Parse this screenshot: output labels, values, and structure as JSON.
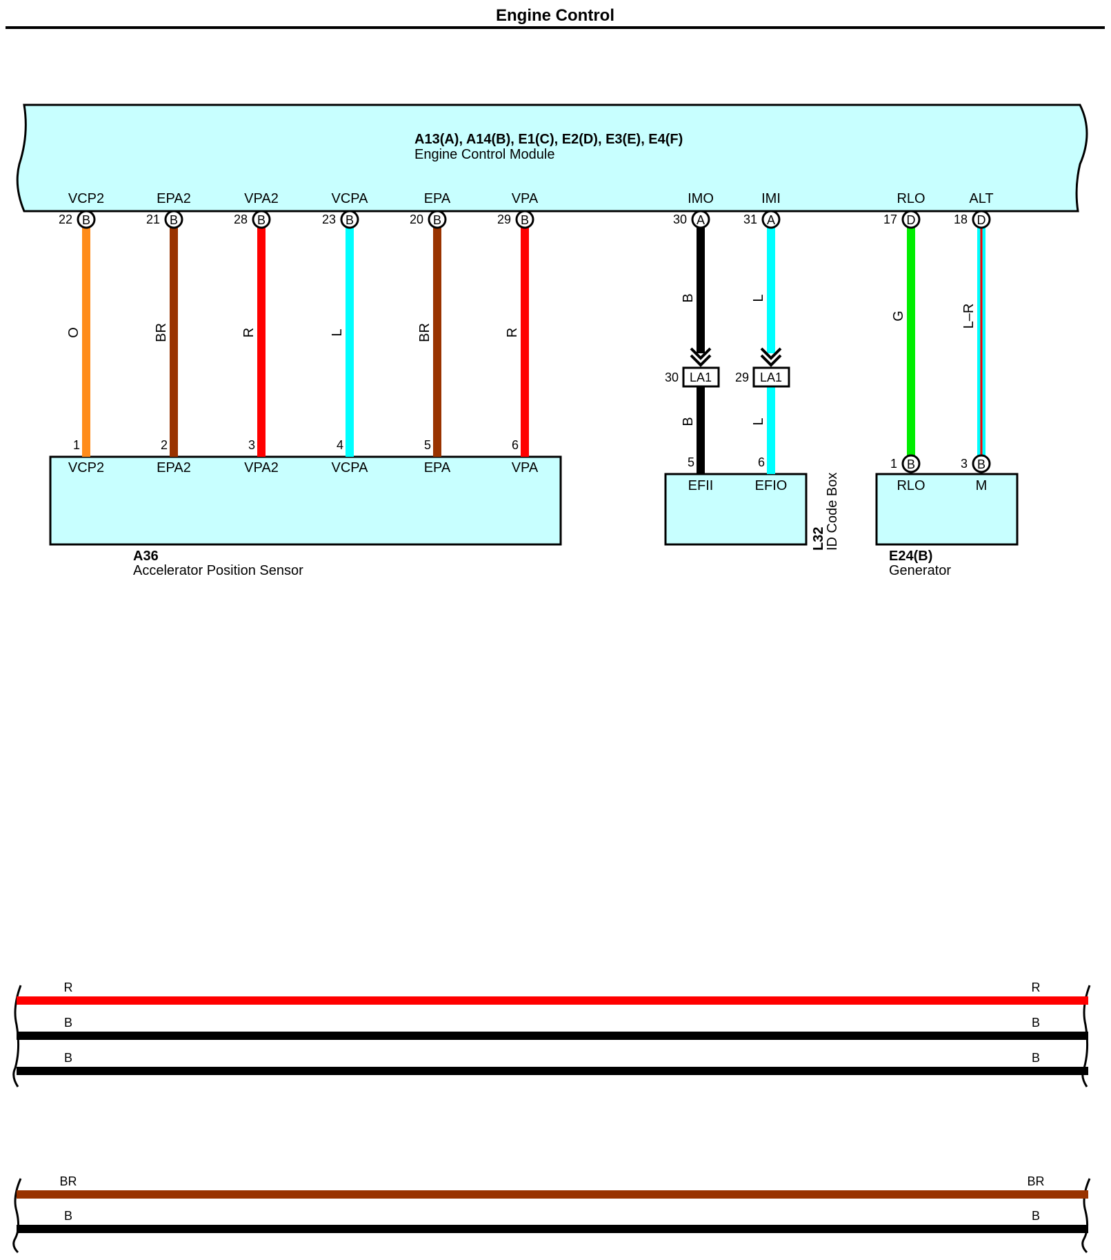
{
  "title": "Engine Control",
  "colors": {
    "module_fill": "#c8ffff",
    "orange": "#ff8c1a",
    "brown": "#993300",
    "red": "#ff0000",
    "cyan": "#00ffff",
    "black": "#000000",
    "green": "#00ee00"
  },
  "ecm": {
    "code": "A13(A), A14(B), E1(C), E2(D), E3(E), E4(F)",
    "name": "Engine Control Module",
    "pins": [
      {
        "label": "VCP2",
        "num": "22",
        "conn": "B"
      },
      {
        "label": "EPA2",
        "num": "21",
        "conn": "B"
      },
      {
        "label": "VPA2",
        "num": "28",
        "conn": "B"
      },
      {
        "label": "VCPA",
        "num": "23",
        "conn": "B"
      },
      {
        "label": "EPA",
        "num": "20",
        "conn": "B"
      },
      {
        "label": "VPA",
        "num": "29",
        "conn": "B"
      },
      {
        "label": "IMO",
        "num": "30",
        "conn": "A"
      },
      {
        "label": "IMI",
        "num": "31",
        "conn": "A"
      },
      {
        "label": "RLO",
        "num": "17",
        "conn": "D"
      },
      {
        "label": "ALT",
        "num": "18",
        "conn": "D"
      }
    ]
  },
  "wires": [
    {
      "color": "O"
    },
    {
      "color": "BR"
    },
    {
      "color": "R"
    },
    {
      "color": "L"
    },
    {
      "color": "BR"
    },
    {
      "color": "R"
    },
    {
      "color_top": "B",
      "color_bottom": "B"
    },
    {
      "color_top": "L",
      "color_bottom": "L"
    },
    {
      "color": "G"
    },
    {
      "color": "L–R"
    }
  ],
  "junctions": [
    {
      "num": "30",
      "name": "LA1"
    },
    {
      "num": "29",
      "name": "LA1"
    }
  ],
  "aps": {
    "code": "A36",
    "name": "Accelerator Position Sensor",
    "pins": [
      {
        "num": "1",
        "label": "VCP2"
      },
      {
        "num": "2",
        "label": "EPA2"
      },
      {
        "num": "3",
        "label": "VPA2"
      },
      {
        "num": "4",
        "label": "VCPA"
      },
      {
        "num": "5",
        "label": "EPA"
      },
      {
        "num": "6",
        "label": "VPA"
      }
    ]
  },
  "idbox": {
    "code": "L32",
    "name": "ID Code Box",
    "pins": [
      {
        "num": "5",
        "label": "EFII"
      },
      {
        "num": "6",
        "label": "EFIO"
      }
    ]
  },
  "generator": {
    "code": "E24(B)",
    "name": "Generator",
    "pins": [
      {
        "num": "1",
        "conn": "B",
        "label": "RLO"
      },
      {
        "num": "3",
        "conn": "B",
        "label": "M"
      }
    ]
  },
  "bus_group_1": [
    {
      "left": "R",
      "right": "R"
    },
    {
      "left": "B",
      "right": "B"
    },
    {
      "left": "B",
      "right": "B"
    }
  ],
  "bus_group_2": [
    {
      "left": "BR",
      "right": "BR"
    },
    {
      "left": "B",
      "right": "B"
    }
  ]
}
